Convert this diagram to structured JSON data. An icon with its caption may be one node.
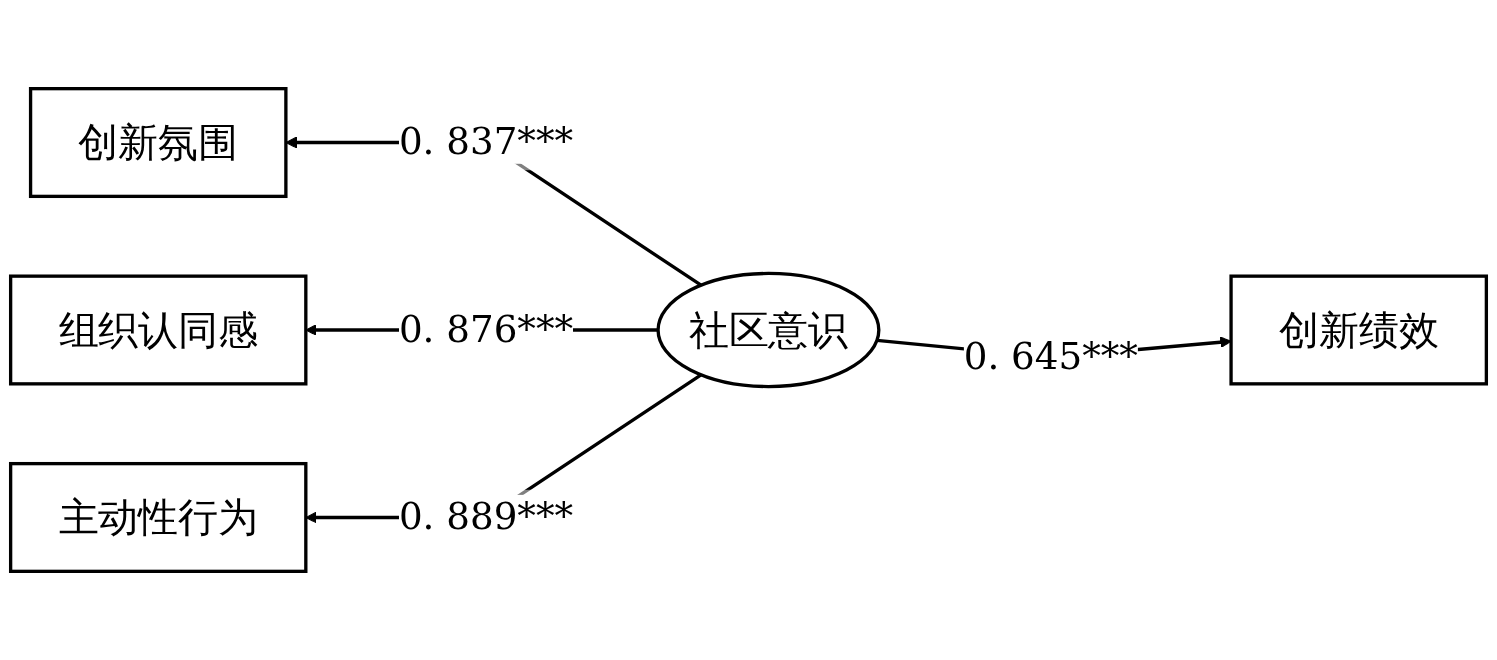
{
  "diagram": {
    "nodes": [
      {
        "text": [
          "创新氛围"
        ]
      },
      {
        "text": [
          "组织认同感"
        ]
      },
      {
        "text": [
          "主动性行为"
        ]
      },
      {
        "text": [
          "社区意识"
        ]
      },
      {
        "text": [
          "创新绩效"
        ]
      }
    ],
    "edges": [
      {
        "from": 3,
        "to": 0,
        "arrow": "to",
        "label": "0. 837***"
      },
      {
        "from": 3,
        "to": 1,
        "arrow": "to",
        "label": "0. 876***"
      },
      {
        "from": 3,
        "to": 2,
        "arrow": "to",
        "label": "0. 889***"
      },
      {
        "from": 3,
        "to": 4,
        "arrow": "to",
        "label": "0. 645***"
      }
    ]
  }
}
